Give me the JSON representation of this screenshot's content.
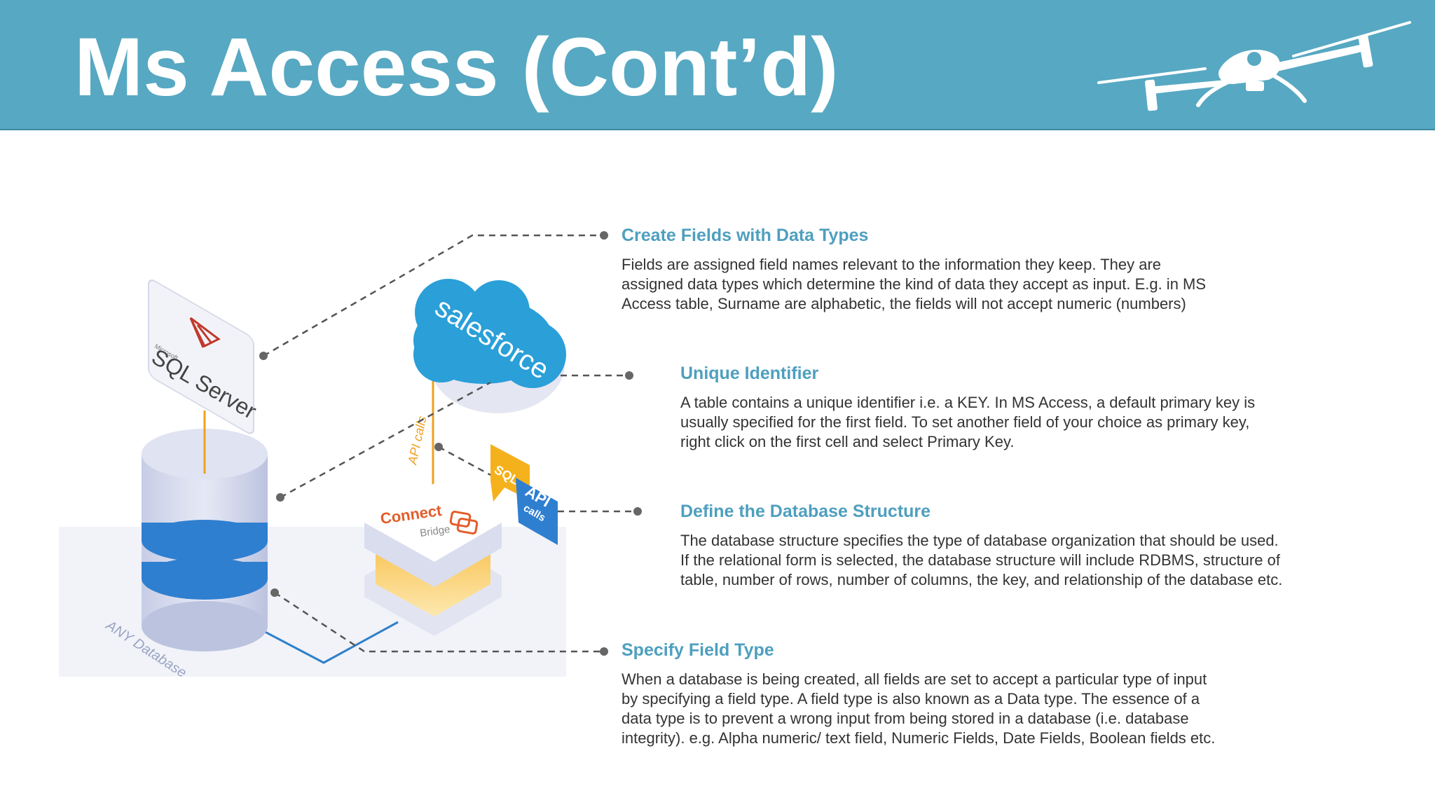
{
  "slide": {
    "title": "Ms Access (Cont’d)"
  },
  "illustration": {
    "db_label": "ANY Database",
    "sql_server_small": "Microsoft",
    "sql_server": "SQL Server",
    "salesforce": "salesforce",
    "api_calls_vertical": "API calls",
    "sql_badge": "SQL",
    "api_badge": "API",
    "calls_badge": "calls",
    "connect": "Connect",
    "bridge": "Bridge"
  },
  "callouts": [
    {
      "heading": "Create Fields with Data Types",
      "lines": [
        "Fields are assigned field names relevant to the information they keep. They are",
        "assigned data types which determine the kind of data they accept as input. E.g. in MS",
        "Access table, Surname are alphabetic, the fields will not accept numeric (numbers)"
      ]
    },
    {
      "heading": "Unique Identifier",
      "lines": [
        "A table contains a unique identifier i.e. a KEY. In MS Access, a default primary key is",
        "usually specified for the first field. To set another field of your choice as primary key,",
        "right click on the first cell and select Primary Key."
      ]
    },
    {
      "heading": "Define the Database Structure",
      "lines": [
        "The database structure specifies the type of database organization that should be used.",
        "If the relational form is selected, the database structure will include RDBMS, structure of",
        "table, number of rows, number of columns, the key, and relationship of the database etc."
      ]
    },
    {
      "heading": "Specify Field Type",
      "lines": [
        "When a database is being created, all fields are set to accept a particular type of input",
        "by specifying a field type. A field type is also known as a Data type. The essence of a",
        "data type is to prevent a wrong input from being stored in a database (i.e. database",
        "integrity). e.g. Alpha numeric/ text field, Numeric Fields, Date Fields, Boolean fields etc."
      ]
    }
  ],
  "colors": {
    "header": "#57a8c2",
    "heading": "#4e9fbf",
    "body_text": "#333333",
    "leader": "#555555",
    "db_blue": "#2f7fd0",
    "salesforce_blue": "#2a9fd8",
    "orange": "#f0a020"
  }
}
